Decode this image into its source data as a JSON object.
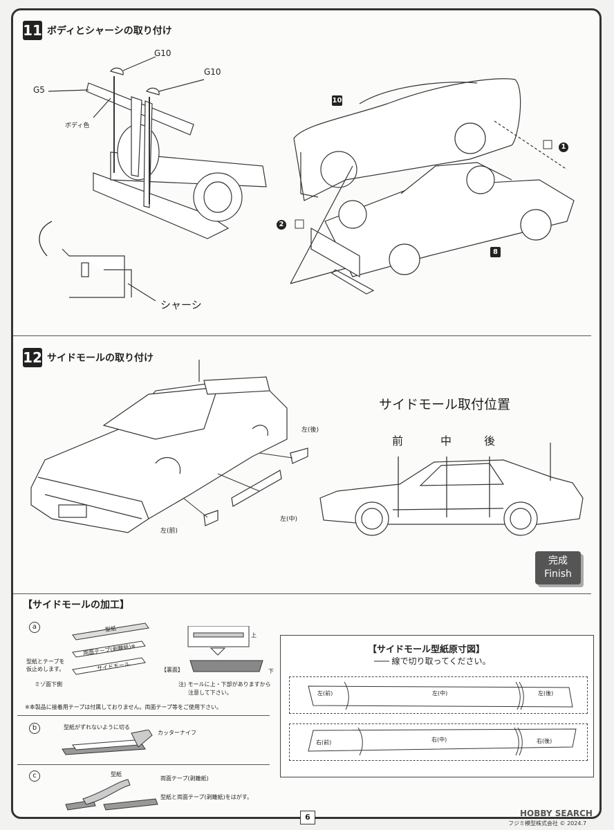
{
  "step11": {
    "number": "11",
    "title": "ボディとシャーシの取り付け",
    "labels": {
      "g10a": "G10",
      "g10b": "G10",
      "g5": "G5",
      "body_color": "ボディ色",
      "chassis": "シャーシ"
    },
    "badges": {
      "b10": "10",
      "b8": "8"
    },
    "markers": {
      "m1": "1",
      "m2": "2"
    }
  },
  "step12": {
    "number": "12",
    "title": "サイドモールの取り付け",
    "labels": {
      "left_rear": "左(後)",
      "left_mid": "左(中)",
      "left_front": "左(前)"
    },
    "position_title": "サイドモール取付位置",
    "positions": {
      "front": "前",
      "mid": "中",
      "rear": "後"
    },
    "finish": {
      "jp": "完成",
      "en": "Finish"
    }
  },
  "processing": {
    "title": "【サイドモールの加工】",
    "a": {
      "marker": "a",
      "pattern": "型紙",
      "tape": "両面テープ(剥離紙)※",
      "molding": "サイドモール",
      "note1": "型紙とテープを",
      "note2": "仮止めします。",
      "groove": "ミゾ面下側",
      "up": "上",
      "back": "【裏面】",
      "down": "下",
      "note_line1": "注) モールに上・下部がありますから",
      "note_line2": "注意して下さい。",
      "footnote": "※本製品に接着用テープは付属しておりません。両面テープ等をご使用下さい。"
    },
    "b": {
      "marker": "b",
      "cut_note": "型紙がずれないように切る",
      "cutter": "カッターナイフ"
    },
    "c": {
      "marker": "c",
      "pattern": "型紙",
      "tape": "両面テープ(剥離紙)",
      "peel": "型紙と両面テープ(剥離紙)をはがす。"
    }
  },
  "template": {
    "title": "【サイドモール型紙原寸図】",
    "subtitle": "─── 線で切り取ってください。",
    "left": {
      "front": "左(前)",
      "mid": "左(中)",
      "rear": "左(後)"
    },
    "right": {
      "front": "右(前)",
      "mid": "右(中)",
      "rear": "右(後)"
    }
  },
  "footer": {
    "page": "6",
    "copyright": "フジミ模型株式会社 © 2024.7",
    "brand": "HOBBY SEARCH"
  }
}
